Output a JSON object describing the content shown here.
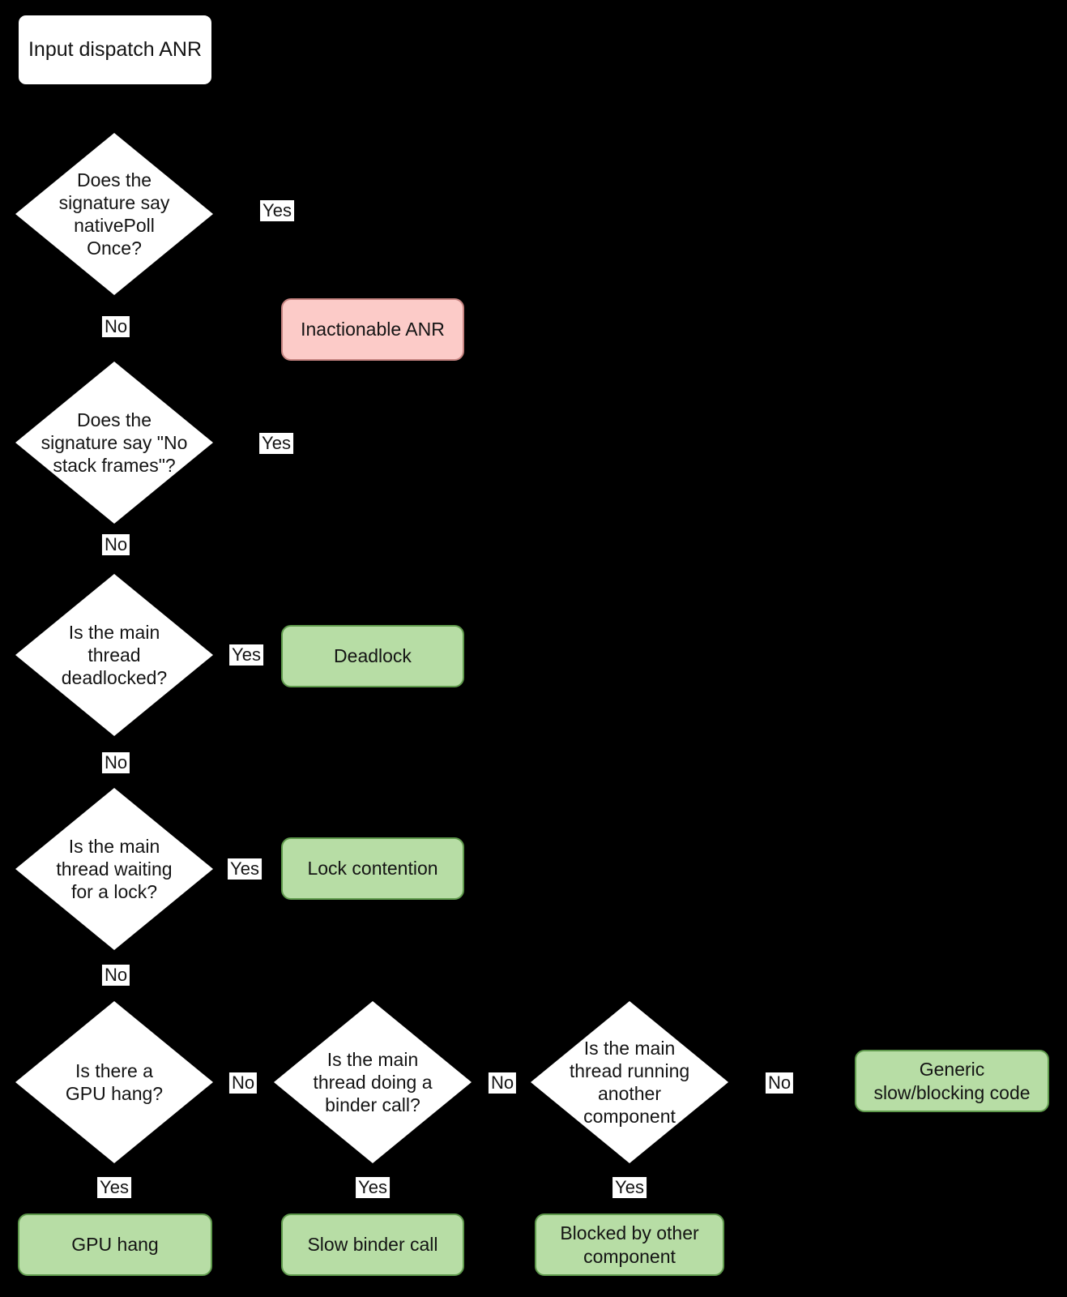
{
  "colors": {
    "background": "#000000",
    "decision_fill": "#ffffff",
    "decision_border": "#000000",
    "outcome_positive_fill": "#b7dda5",
    "outcome_positive_border": "#5f9a4c",
    "outcome_negative_fill": "#fccbc8",
    "outcome_negative_border": "#c58380",
    "text": "#141414",
    "edge_label_bg": "#ffffff"
  },
  "start": {
    "label": "Input dispatch ANR"
  },
  "decisions": {
    "native_poll": {
      "text": "Does the\nsignature say\nnativePoll\nOnce?"
    },
    "no_stack_frames": {
      "text": "Does the\nsignature say \"No\nstack frames\"?"
    },
    "deadlocked": {
      "text": "Is the main\nthread\ndeadlocked?"
    },
    "waiting_lock": {
      "text": "Is the main\nthread waiting\nfor a lock?"
    },
    "gpu_hang": {
      "text": "Is there a\nGPU hang?"
    },
    "binder_call": {
      "text": "Is the main\nthread doing a\nbinder call?"
    },
    "other_component": {
      "text": "Is the main\nthread running\nanother\ncomponent"
    }
  },
  "outcomes": {
    "inactionable": {
      "text": "Inactionable ANR",
      "kind": "negative"
    },
    "deadlock": {
      "text": "Deadlock",
      "kind": "positive"
    },
    "lock_contention": {
      "text": "Lock contention",
      "kind": "positive"
    },
    "gpu_hang": {
      "text": "GPU hang",
      "kind": "positive"
    },
    "slow_binder": {
      "text": "Slow binder call",
      "kind": "positive"
    },
    "blocked_other": {
      "text": "Blocked by other\ncomponent",
      "kind": "positive"
    },
    "generic_slow": {
      "text": "Generic\nslow/blocking code",
      "kind": "positive"
    }
  },
  "edge_labels": {
    "yes": "Yes",
    "no": "No"
  }
}
